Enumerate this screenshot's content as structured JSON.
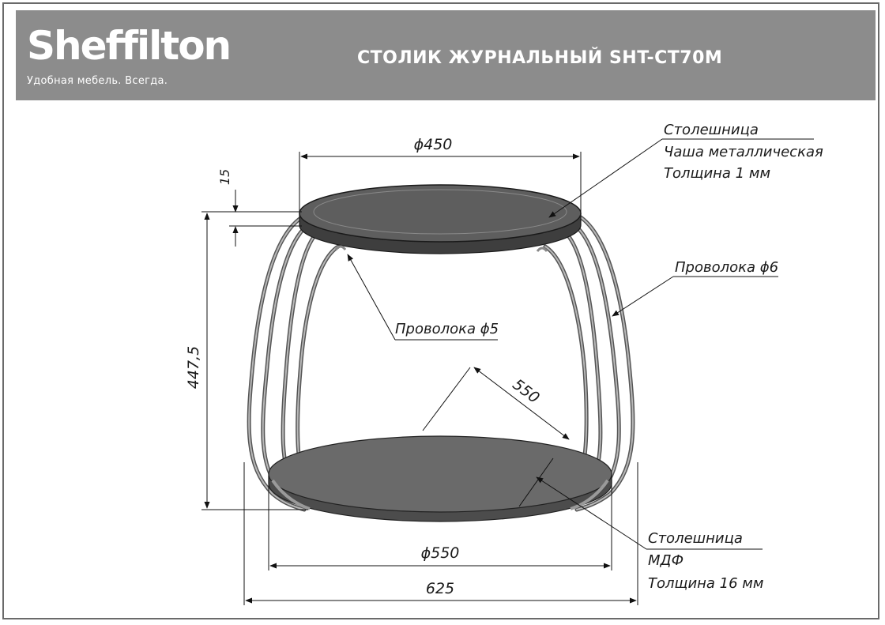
{
  "header": {
    "brand": "Sheffilton",
    "tagline": "Удобная мебель. Всегда.",
    "title": "СТОЛИК ЖУРНАЛЬНЫЙ SHT-CT70M"
  },
  "dimensions": {
    "top_diameter": "ϕ450",
    "top_thickness": "15",
    "height": "447,5",
    "diagonal": "550",
    "bottom_diameter": "ϕ550",
    "overall_width": "625"
  },
  "callouts": {
    "top": [
      "Столешница",
      "Чаша металлическая",
      "Толщина 1 мм"
    ],
    "wire_outer": "Проволока ϕ6",
    "wire_inner": "Проволока ϕ5",
    "bottom": [
      "Столешница",
      "МДФ",
      "Толщина 16 мм"
    ]
  },
  "colors": {
    "header_bg": "#8c8c8c",
    "top_surface": "#5e5e5e",
    "bottom_surface": "#686868",
    "frame_wire": "#9a9a9a"
  }
}
